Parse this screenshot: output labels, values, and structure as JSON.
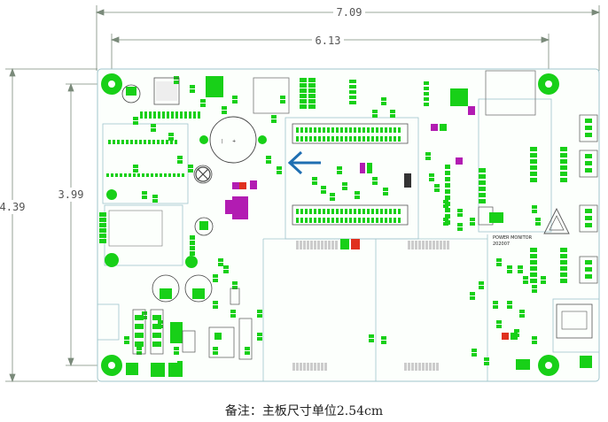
{
  "dimensions": {
    "top_width": "7.09",
    "inner_width": "6.13",
    "left_height": "4.39",
    "inner_height": "3.99"
  },
  "caption": "备注：主板尺寸单位2.54cm",
  "labels": {
    "power_monitor": "POWER MONITOR",
    "date_code": "202007"
  },
  "colors": {
    "green": "#18d018",
    "board_outline": "#9fc4cc",
    "dimension": "#7a8a7a",
    "arrow": "#1f6fb2",
    "magenta": "#b21cb2",
    "red": "#e0301e"
  }
}
